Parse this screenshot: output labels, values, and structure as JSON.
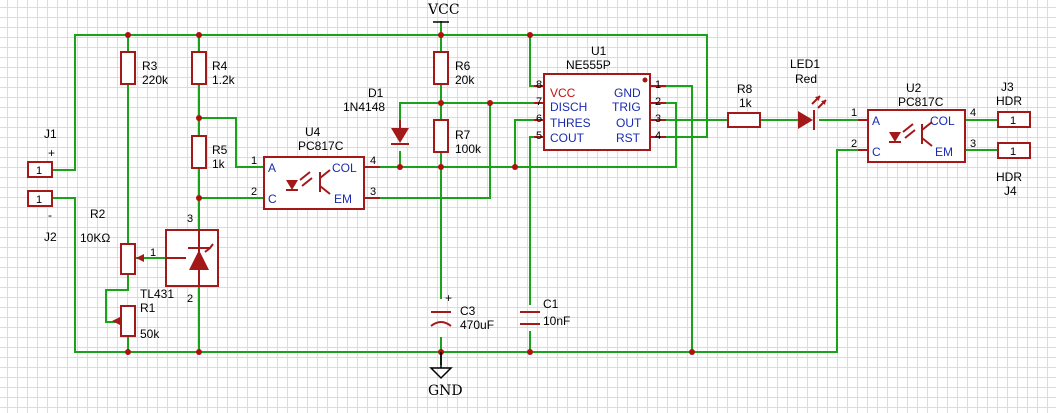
{
  "power": {
    "vcc": "VCC",
    "gnd": "GND"
  },
  "connectors": {
    "j1": {
      "ref": "J1",
      "sign": "+",
      "pin": "1"
    },
    "j2": {
      "ref": "J2",
      "sign": "-",
      "pin": "1"
    },
    "j3": {
      "ref": "J3",
      "value": "HDR",
      "pin": "1"
    },
    "j4": {
      "ref": "J4",
      "value": "HDR",
      "pin": "1"
    }
  },
  "resistors": {
    "r1": {
      "ref": "R1",
      "value": "50k"
    },
    "r2": {
      "ref": "R2",
      "value": "10KΩ",
      "pin": "1"
    },
    "r3": {
      "ref": "R3",
      "value": "220k"
    },
    "r4": {
      "ref": "R4",
      "value": "1.2k"
    },
    "r5": {
      "ref": "R5",
      "value": "1k"
    },
    "r6": {
      "ref": "R6",
      "value": "20k"
    },
    "r7": {
      "ref": "R7",
      "value": "100k"
    },
    "r8": {
      "ref": "R8",
      "value": "1k"
    }
  },
  "capacitors": {
    "c1": {
      "ref": "C1",
      "value": "10nF"
    },
    "c3": {
      "ref": "C3",
      "value": "470uF",
      "polarity": "+"
    }
  },
  "diodes": {
    "d1": {
      "ref": "D1",
      "value": "1N4148"
    },
    "led1": {
      "ref": "LED1",
      "value": "Red"
    }
  },
  "tl431": {
    "value": "TL431",
    "pins": [
      "3",
      "2"
    ]
  },
  "u4": {
    "ref": "U4",
    "value": "PC817C",
    "labels": [
      "A",
      "C",
      "COL",
      "EM"
    ],
    "pins": [
      "1",
      "2",
      "4",
      "3"
    ]
  },
  "u2": {
    "ref": "U2",
    "value": "PC817C",
    "labels": [
      "A",
      "C",
      "COL",
      "EM"
    ],
    "pins": [
      "1",
      "2",
      "4",
      "3"
    ]
  },
  "u1": {
    "ref": "U1",
    "value": "NE555P",
    "left_labels": [
      "VCC",
      "DISCH",
      "THRES",
      "COUT"
    ],
    "left_pins": [
      "8",
      "7",
      "6",
      "5"
    ],
    "right_labels": [
      "GND",
      "TRIG",
      "OUT",
      "RST"
    ],
    "right_pins": [
      "1",
      "2",
      "3",
      "4"
    ]
  },
  "colors": {
    "wire": "#1aa31a",
    "component": "#a31818",
    "pin_label": "#1a2bb0",
    "vcc_label": "#c01010",
    "junction": "#b01010"
  }
}
